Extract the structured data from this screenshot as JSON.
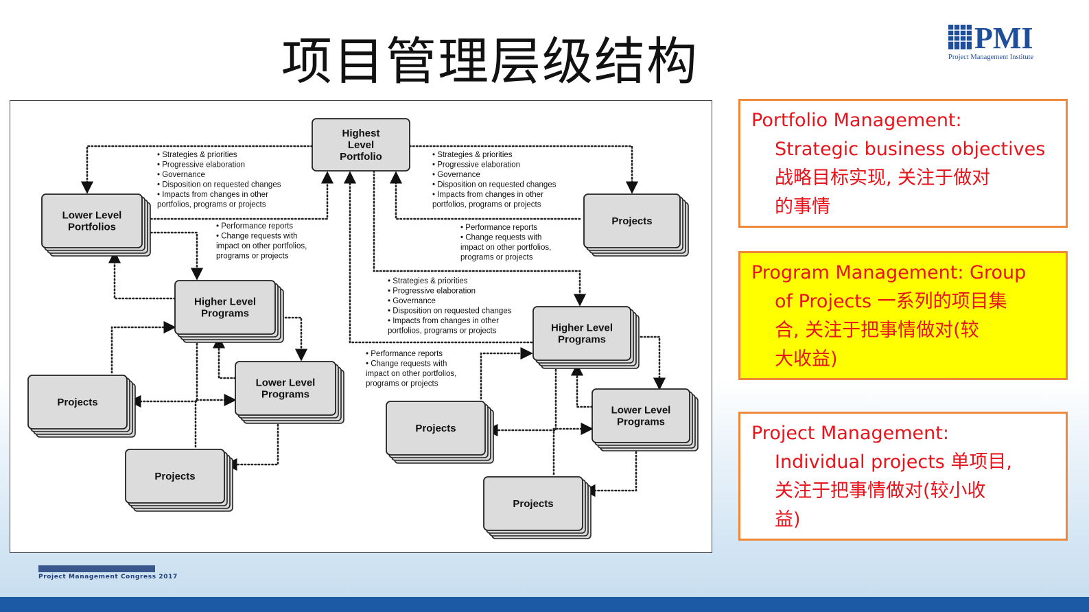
{
  "slide": {
    "title": "项目管理层级结构",
    "logo_text": "PMI",
    "logo_subtext": "Project Management Institute",
    "footer_sub": "Project Management Congress 2017"
  },
  "diagram": {
    "nodes": {
      "highest_portfolio": [
        "Highest",
        "Level",
        "Portfolio"
      ],
      "lower_portfolios": [
        "Lower Level",
        "Portfolios"
      ],
      "projects_top_right": [
        "Projects"
      ],
      "higher_programs_left": [
        "Higher Level",
        "Programs"
      ],
      "higher_programs_right": [
        "Higher Level",
        "Programs"
      ],
      "lower_programs_left": [
        "Lower Level",
        "Programs"
      ],
      "lower_programs_right": [
        "Lower Level",
        "Programs"
      ],
      "projects_left_1": [
        "Projects"
      ],
      "projects_left_2": [
        "Projects"
      ],
      "projects_right_1": [
        "Projects"
      ],
      "projects_right_2": [
        "Projects"
      ]
    },
    "notes": {
      "down_left": [
        "• Strategies & priorities",
        "• Progressive elaboration",
        "• Governance",
        "• Disposition on requested changes",
        "• Impacts from changes in other",
        "  portfolios, programs or projects"
      ],
      "down_right": [
        "• Strategies & priorities",
        "• Progressive elaboration",
        "• Governance",
        "• Disposition on requested changes",
        "• Impacts from changes in other",
        "  portfolios, programs or projects"
      ],
      "up_left": [
        "• Performance reports",
        "• Change requests with",
        "  impact on other portfolios,",
        "  programs or projects"
      ],
      "up_right": [
        "• Performance reports",
        "• Change requests with",
        "  impact on other portfolios,",
        "  programs or projects"
      ],
      "down_middle": [
        "• Strategies & priorities",
        "• Progressive elaboration",
        "• Governance",
        "• Disposition on requested changes",
        "• Impacts from changes in other",
        "  portfolios, programs or projects"
      ],
      "up_middle": [
        "• Performance reports",
        "• Change requests with",
        "  impact on other portfolios,",
        "  programs or projects"
      ]
    }
  },
  "cards": {
    "portfolio": {
      "heading": "Portfolio Management:",
      "lines": [
        "Strategic business objectives",
        "战略目标实现, 关注于做对",
        "的事情"
      ]
    },
    "program": {
      "heading": "Program Management: Group",
      "lines": [
        "of Projects 一系列的项目集",
        "合, 关注于把事情做对(较",
        "大收益)"
      ]
    },
    "project": {
      "heading": "Project Management:",
      "lines": [
        "Individual projects 单项目,",
        "关注于把事情做对(较小收",
        "益)"
      ]
    }
  },
  "colors": {
    "card_text": "#e8141c",
    "card_border": "#f0883a",
    "program_card_bg": "#ffff00",
    "bottom_bar": "#1d5aa6",
    "pmi_blue": "#1f4e9b"
  }
}
